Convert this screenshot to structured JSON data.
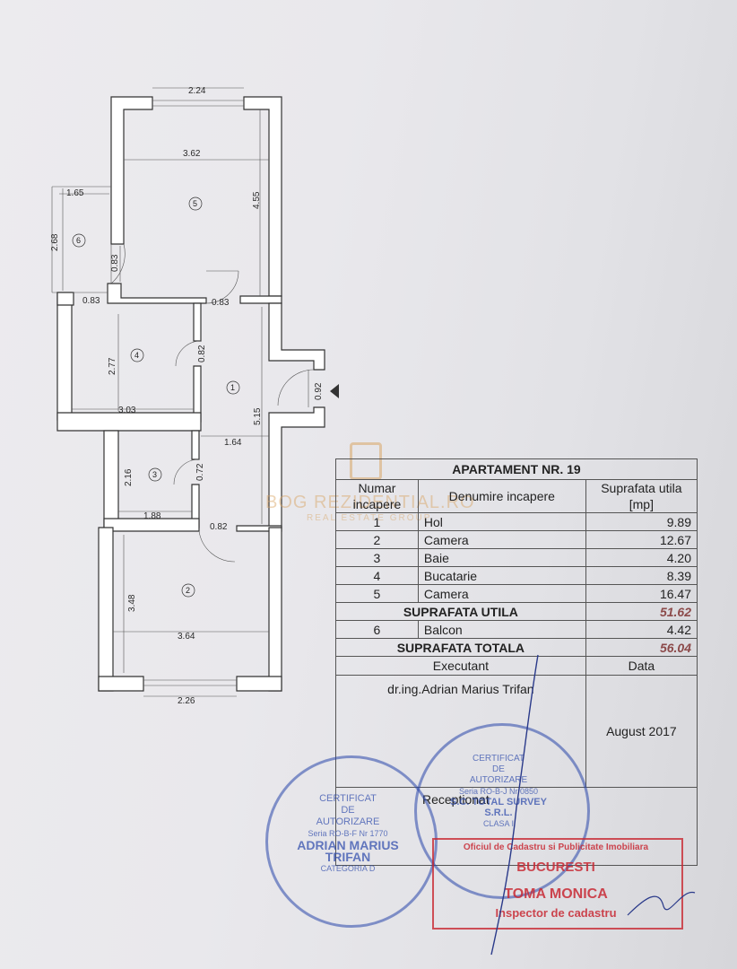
{
  "plan": {
    "dimensions": {
      "top_width": "2.24",
      "room5_width": "3.62",
      "room5_height": "4.55",
      "balcony_width": "1.65",
      "balcony_height": "2.68",
      "door_5_left": "0.83",
      "door_4_top": "0.83",
      "door_hall_top": "0.83",
      "door_4": "0.82",
      "room4_height": "2.77",
      "room4_width": "3.03",
      "hall_height": "5.15",
      "entry_door": "0.92",
      "hall_width": "1.64",
      "room3_height": "2.16",
      "door_3": "0.72",
      "room3_width": "1.88",
      "door_2": "0.82",
      "room2_height": "3.48",
      "room2_width": "3.64",
      "bottom_width": "2.26"
    },
    "room_numbers": {
      "r1": "1",
      "r2": "2",
      "r3": "3",
      "r4": "4",
      "r5": "5",
      "r6": "6"
    }
  },
  "table": {
    "title": "APARTAMENT NR. 19",
    "col1": "Numar incapere",
    "col2": "Denumire incapere",
    "col3": "Suprafata utila [mp]",
    "rows": [
      {
        "num": "1",
        "name": "Hol",
        "area": "9.89"
      },
      {
        "num": "2",
        "name": "Camera",
        "area": "12.67"
      },
      {
        "num": "3",
        "name": "Baie",
        "area": "4.20"
      },
      {
        "num": "4",
        "name": "Bucatarie",
        "area": "8.39"
      },
      {
        "num": "5",
        "name": "Camera",
        "area": "16.47"
      }
    ],
    "useful_label": "SUPRAFATA UTILA",
    "useful_value": "51.62",
    "balcony": {
      "num": "6",
      "name": "Balcon",
      "area": "4.42"
    },
    "total_label": "SUPRAFATA TOTALA",
    "total_value": "56.04",
    "executant_label": "Executant",
    "data_label": "Data",
    "executant_name": "dr.ing.Adrian Marius Trifan",
    "date": "August 2017",
    "receptionat_label": "Receptionat"
  },
  "stamps": {
    "left": {
      "line1": "CERTIFICAT",
      "line2": "DE",
      "line3": "AUTORIZARE",
      "line4": "Seria RO-B-F Nr 1770",
      "line5": "ADRIAN MARIUS",
      "line6": "TRIFAN",
      "line7": "CATEGORIA D"
    },
    "right": {
      "line1": "CERTIFICAT",
      "line2": "DE",
      "line3": "AUTORIZARE",
      "line4": "Seria RO-B-J Nr 0850",
      "line5": "S.C. TOTAL SURVEY S.R.L.",
      "line6": "CLASA I"
    },
    "red": {
      "line1": "Oficiul de Cadastru si Publicitate Imobiliara",
      "line2": "BUCURESTI",
      "line3": "TOMA MONICA",
      "line4": "Inspector de cadastru"
    }
  },
  "watermark": {
    "brand": "BOG REZIDENTIAL.RO",
    "sub": "REAL ESTATE GROUP"
  }
}
